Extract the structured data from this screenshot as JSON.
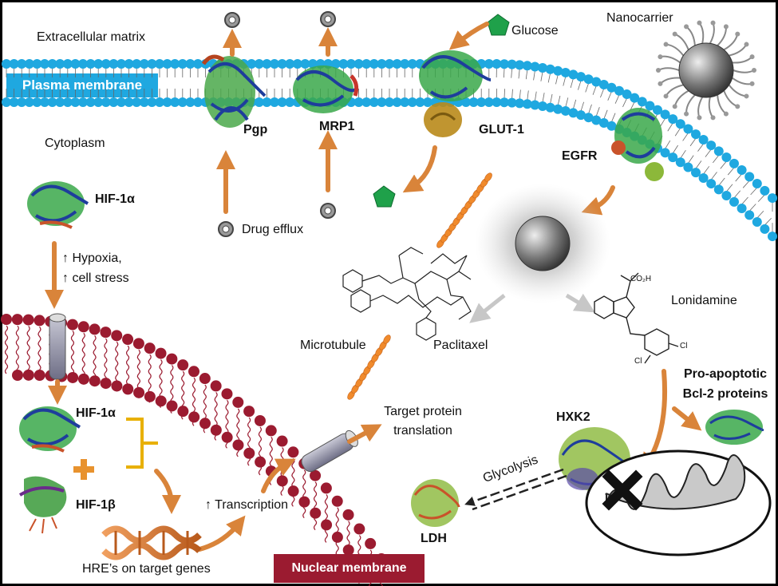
{
  "labels": {
    "extracellular": "Extracellular matrix",
    "plasma_membrane": "Plasma membrane",
    "cytoplasm": "Cytoplasm",
    "pgp": "Pgp",
    "mrp1": "MRP1",
    "glucose": "Glucose",
    "glut1": "GLUT-1",
    "nanocarrier": "Nanocarrier",
    "egfr": "EGFR",
    "hif1a_top": "HIF-1α",
    "hypoxia": "↑ Hypoxia,",
    "cell_stress": "↑ cell stress",
    "drug_efflux": "Drug efflux",
    "paclitaxel": "Paclitaxel",
    "lonidamine": "Lonidamine",
    "microtubule": "Microtubule",
    "hif1a_mid": "HIF-1α",
    "hif1b": "HIF-1β",
    "transcription": "↑ Transcription",
    "target_protein_line1": "Target protein",
    "target_protein_line2": "translation",
    "hxk2": "HXK2",
    "pro_apoptotic_line1": "Pro-apoptotic",
    "pro_apoptotic_line2": "Bcl-2 proteins",
    "glycolysis": "Glycolysis",
    "ldh": "LDH",
    "hre": "HRE’s on target genes",
    "nuclear_membrane": "Nuclear membrane",
    "cooh": "CO₂H",
    "cl1": "Cl",
    "cl2": "Cl"
  },
  "colors": {
    "plasma_membrane": "#1fa8e0",
    "nuclear_membrane": "#9b1b30",
    "arrow": "#d9843a",
    "glucose": "#1fa14a",
    "microtubule": "#f08a2c",
    "hif_bracket": "#e8b000",
    "plus": "#e8922e"
  }
}
